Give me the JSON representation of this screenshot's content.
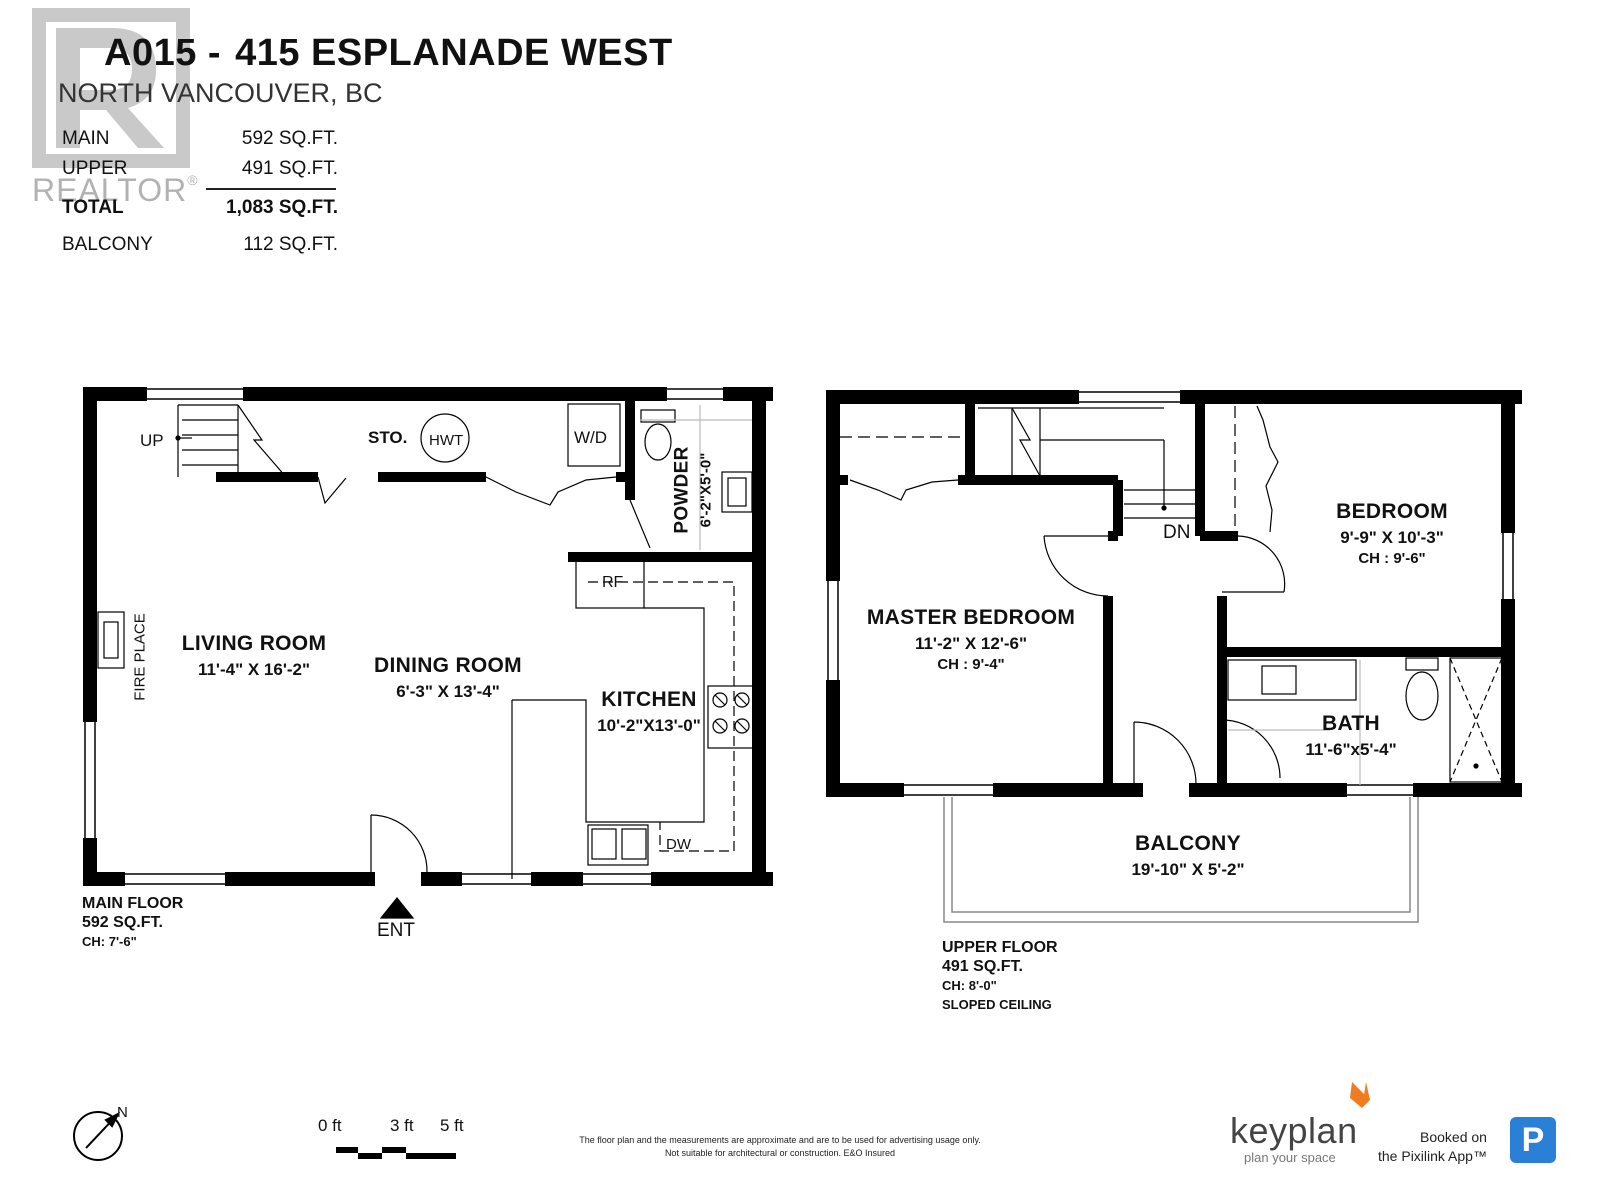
{
  "header": {
    "code": "A015 -",
    "address": "415 ESPLANADE WEST",
    "city": "NORTH VANCOUVER, BC"
  },
  "area_table": [
    {
      "label": "MAIN",
      "value": "592 SQ.FT."
    },
    {
      "label": "UPPER",
      "value": "491 SQ.FT."
    },
    {
      "label": "TOTAL",
      "value": "1,083 SQ.FT."
    },
    {
      "label": "BALCONY",
      "value": "112 SQ.FT."
    }
  ],
  "watermark": {
    "text": "REALTOR",
    "reg": "®"
  },
  "main_floor": {
    "rooms": {
      "living": {
        "name": "LIVING ROOM",
        "dim": "11'-4\"  X  16'-2\""
      },
      "dining": {
        "name": "DINING ROOM",
        "dim": "6'-3\"  X  13'-4\""
      },
      "kitchen": {
        "name": "KITCHEN",
        "dim": "10'-2\"X13'-0\""
      },
      "powder": {
        "name": "POWDER",
        "dim": "6'-2\"X5'-0\""
      }
    },
    "labels": {
      "up": "UP",
      "sto": "STO.",
      "hwt": "HWT",
      "wd": "W/D",
      "rf": "RF",
      "dw": "DW",
      "fireplace": "FIRE PLACE",
      "ent": "ENT"
    },
    "info": {
      "title": "MAIN FLOOR",
      "area": "592 SQ.FT.",
      "ch": "CH: 7'-6\""
    }
  },
  "upper_floor": {
    "rooms": {
      "master": {
        "name": "MASTER BEDROOM",
        "dim": "11'-2\"  X  12'-6\"",
        "ch": "CH : 9'-4\""
      },
      "bedroom": {
        "name": "BEDROOM",
        "dim": "9'-9\"  X  10'-3\"",
        "ch": "CH : 9'-6\""
      },
      "bath": {
        "name": "BATH",
        "dim": "11'-6\"x5'-4\""
      },
      "balcony": {
        "name": "BALCONY",
        "dim": "19'-10\"  X  5'-2\""
      }
    },
    "labels": {
      "dn": "DN"
    },
    "info": {
      "title": "UPPER FLOOR",
      "area": "491 SQ.FT.",
      "ch": "CH: 8'-0\"",
      "note": "SLOPED CEILING"
    }
  },
  "north": {
    "label": "N"
  },
  "scale": {
    "labels": [
      "0 ft",
      "3 ft",
      "5 ft"
    ]
  },
  "footer": {
    "disclaimer_1": "The floor plan and the measurements are approximate and are to be used for advertising usage only.",
    "disclaimer_2": "Not suitable for architectural or construction. E&O Insured",
    "keyplan": "keyplan",
    "keyplan_tag": "plan your space",
    "pixilink_1": "Booked on",
    "pixilink_2": "the Pixilink App™",
    "pixilink_icon": "P"
  }
}
